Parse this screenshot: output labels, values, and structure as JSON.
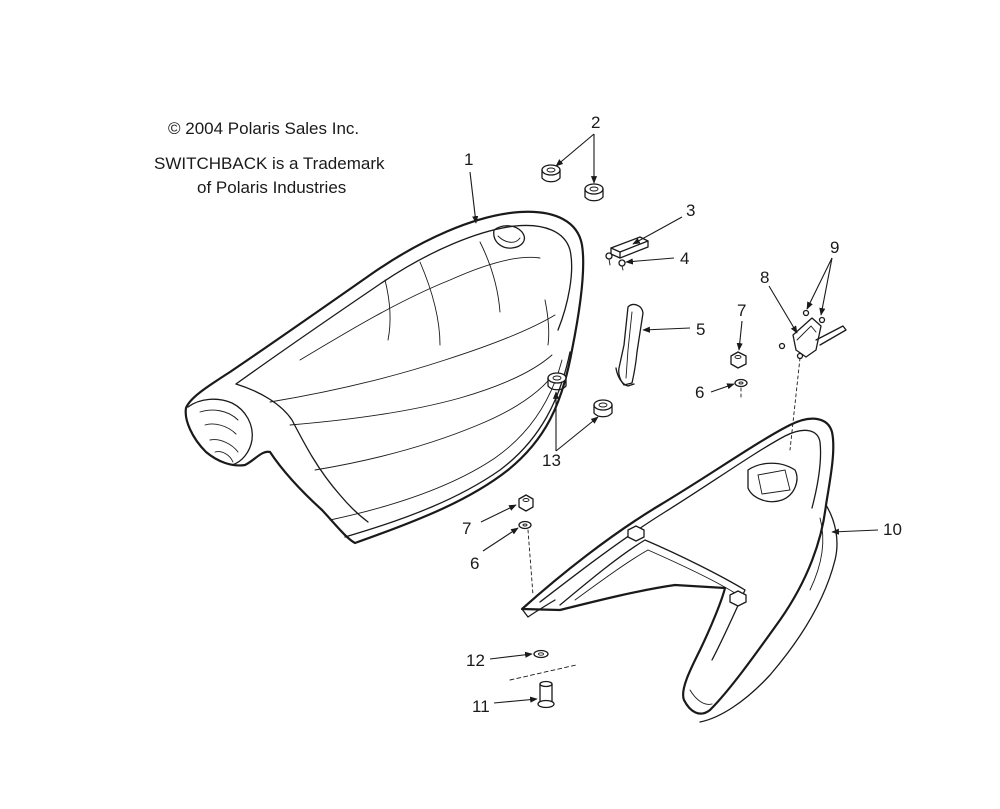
{
  "copyright": "© 2004 Polaris Sales Inc.",
  "trademark_line1": "SWITCHBACK is a Trademark",
  "trademark_line2": "of Polaris Industries",
  "callouts": {
    "c1": "1",
    "c2": "2",
    "c3": "3",
    "c4": "4",
    "c5": "5",
    "c6a": "6",
    "c6b": "6",
    "c7a": "7",
    "c7b": "7",
    "c8": "8",
    "c9": "9",
    "c10": "10",
    "c11": "11",
    "c12": "12",
    "c13": "13"
  }
}
